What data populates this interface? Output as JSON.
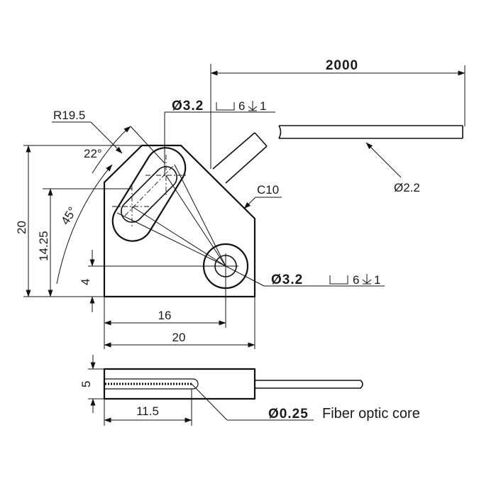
{
  "colors": {
    "line": "#111111",
    "background": "#ffffff"
  },
  "dimensions": {
    "cable_length": "2000",
    "cable_diameter": "Ø2.2",
    "radius": "R19.5",
    "angle_22": "22°",
    "angle_45": "45°",
    "chamfer": "C10",
    "height_total": "20",
    "height_slot": "14.25",
    "height_hole": "4",
    "width_hole": "16",
    "width_total": "20",
    "side_thickness": "5",
    "side_length": "11.5"
  },
  "callouts": {
    "top_hole": {
      "diameter": "Ø3.2",
      "counterbore_depth": "6",
      "depth": "1"
    },
    "bottom_hole": {
      "diameter": "Ø3.2",
      "counterbore_depth": "6",
      "depth": "1"
    },
    "fiber": {
      "diameter": "Ø0.25",
      "label": "Fiber optic core"
    }
  }
}
